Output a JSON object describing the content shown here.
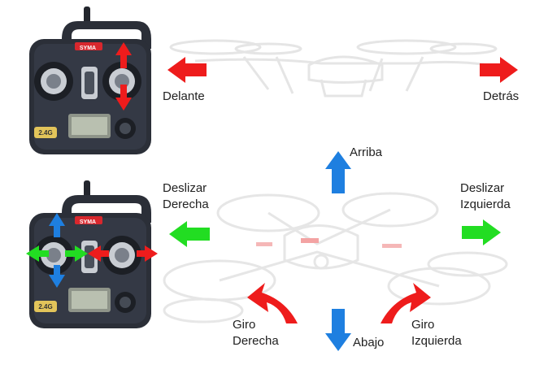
{
  "controller": {
    "brand": "SYMA",
    "badge": "2.4G"
  },
  "labels": {
    "forward": "Delante",
    "backward": "Detrás",
    "up": "Arriba",
    "down": "Abajo",
    "slide_right": [
      "Deslizar",
      "Derecha"
    ],
    "slide_left": [
      "Deslizar",
      "Izquierda"
    ],
    "turn_right": [
      "Giro",
      "Derecha"
    ],
    "turn_left": [
      "Giro",
      "Izquierda"
    ]
  },
  "colors": {
    "red": "#ee1c1c",
    "green": "#22dd22",
    "blue": "#1e7fe0",
    "controller_body": "#2b2f38",
    "drone_ghost": "#e4e4e4"
  }
}
